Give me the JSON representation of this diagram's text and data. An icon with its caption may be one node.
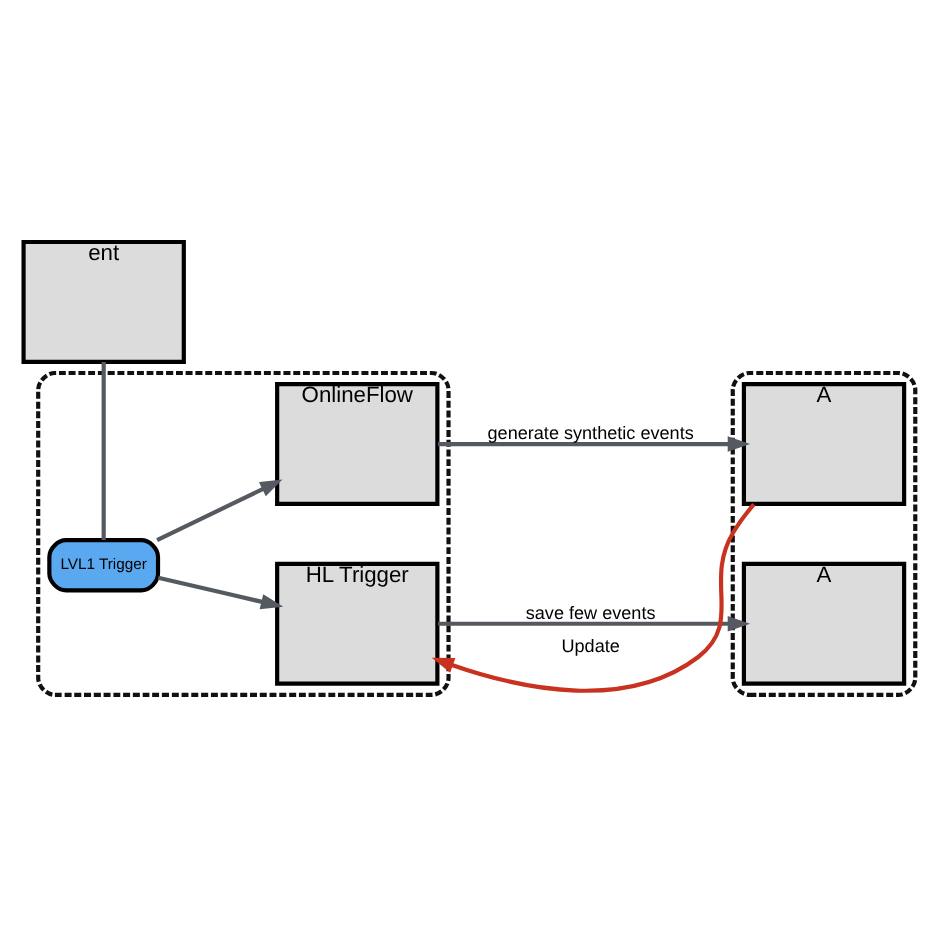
{
  "diagram": {
    "nodes": [
      {
        "text": [],
        "shape": "box"
      },
      {
        "text": [
          "OnlineFlow"
        ],
        "in": 0
      },
      {
        "text": [
          "LVL1 Trigger"
        ],
        "in": 0
      },
      {
        "text": [
          "HL Trigger"
        ],
        "in": 0
      },
      {
        "text": [],
        "shape": "box"
      },
      {
        "text": [
          "A"
        ],
        "in": 4
      },
      {
        "text": [
          "A"
        ],
        "in": 4
      },
      {
        "text": [
          "ent"
        ]
      }
    ],
    "edges": [
      {
        "from": 7,
        "to": 2,
        "arrow": "none"
      },
      {
        "from": 2,
        "to": 1,
        "arrow": "to"
      },
      {
        "from": 2,
        "to": 3,
        "arrow": "to"
      },
      {
        "from": 1,
        "to": 5,
        "arrow": "to",
        "label": "generate synthetic events"
      },
      {
        "from": 5,
        "to": 3,
        "arrow": "to",
        "label": "Update",
        "color": "#c8321e"
      },
      {
        "from": 3,
        "to": 6,
        "arrow": "to",
        "label": "save few events"
      }
    ]
  }
}
